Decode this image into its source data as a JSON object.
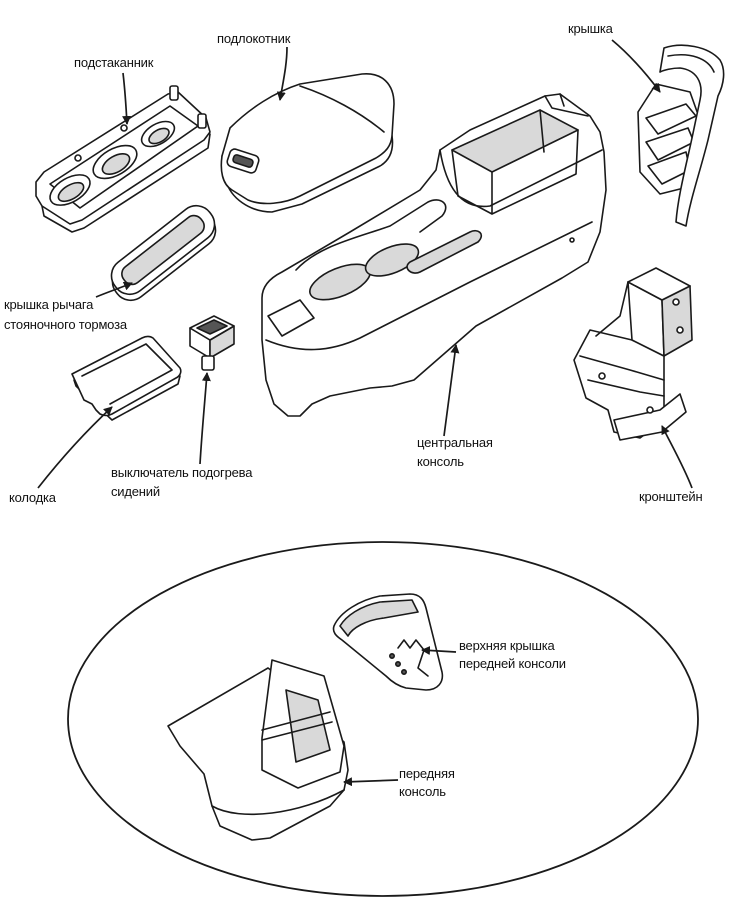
{
  "labels": {
    "cupholder": "подстаканник",
    "armrest": "подлокотник",
    "cover": "крышка",
    "parking_brake_cover": [
      "крышка рычага",
      "стояночного тормоза"
    ],
    "pad": "колодка",
    "seat_heater_switch": [
      "выключатель подогрева",
      "сидений"
    ],
    "center_console": [
      "центральная",
      "консоль"
    ],
    "bracket": "кронштейн",
    "front_console_upper_cover": [
      "верхняя крышка",
      "передней консоли"
    ],
    "front_console": [
      "передняя",
      "консоль"
    ]
  },
  "colors": {
    "line": "#1a1a1a",
    "background": "#ffffff"
  }
}
